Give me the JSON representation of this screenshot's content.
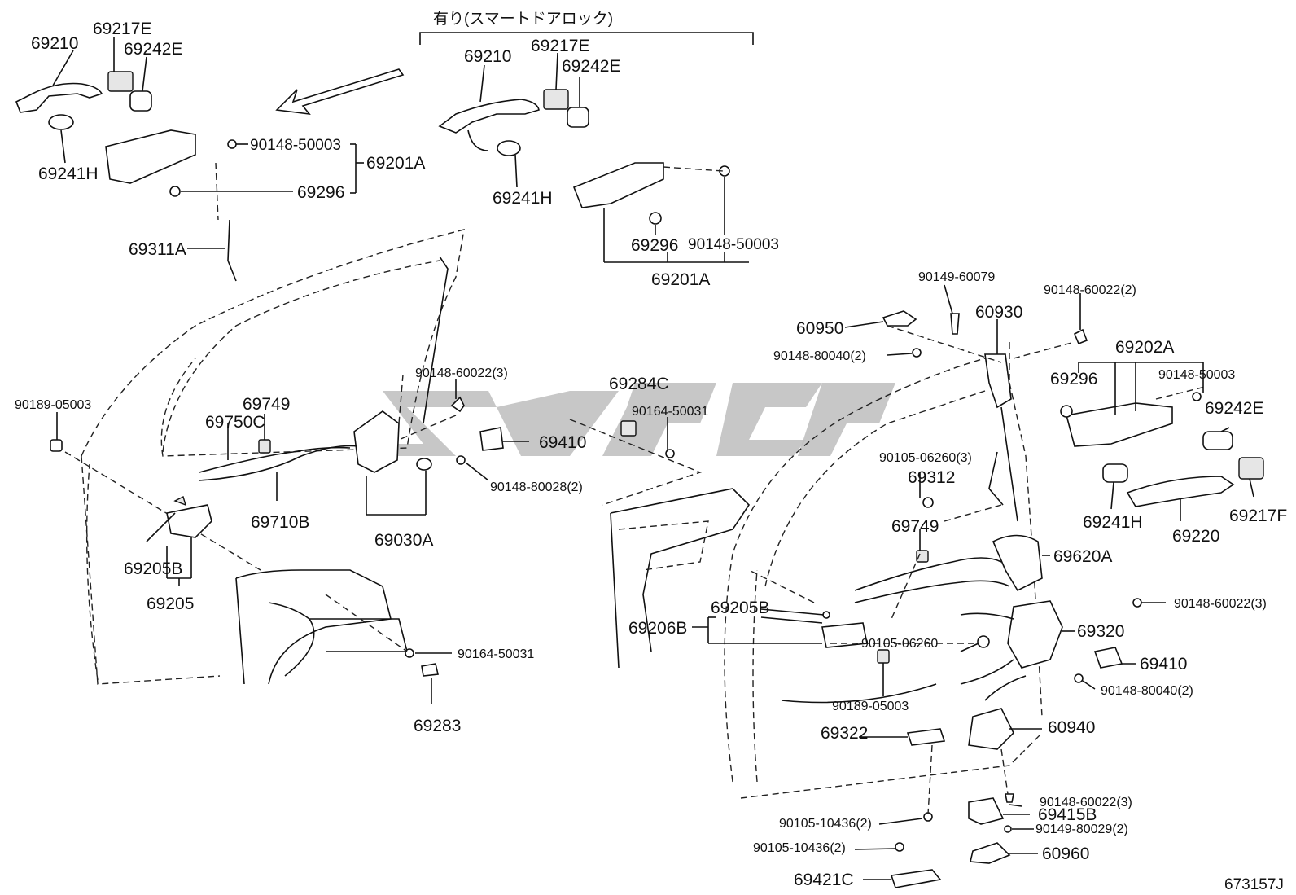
{
  "smart_lock_note": "有り(スマートドアロック)",
  "diagram_code": "673157J",
  "labels": {
    "p69210_a": "69210",
    "p69217E_a": "69217E",
    "p69242E_a": "69242E",
    "p69241H_a": "69241H",
    "p90148_50003_a": "90148-50003",
    "p69201A_a": "69201A",
    "p69296_a": "69296",
    "p69311A": "69311A",
    "p69210_b": "69210",
    "p69217E_b": "69217E",
    "p69242E_b": "69242E",
    "p69241H_b": "69241H",
    "p69296_b": "69296",
    "p90148_50003_b": "90148-50003",
    "p69201A_b": "69201A",
    "p90189_05003_a": "90189-05003",
    "p69749_a": "69749",
    "p69750C": "69750C",
    "p69710B": "69710B",
    "p90148_60022_3_a": "90148-60022(3)",
    "p69284C": "69284C",
    "p90164_50031_a": "90164-50031",
    "p69410_a": "69410",
    "p90148_80028_2": "90148-80028(2)",
    "p69030A": "69030A",
    "p69205B_a": "69205B",
    "p69205": "69205",
    "p90164_50031_b": "90164-50031",
    "p69283": "69283",
    "p90149_60079": "90149-60079",
    "p60950": "60950",
    "p60930": "60930",
    "p90148_80040_2_a": "90148-80040(2)",
    "p90148_60022_2": "90148-60022(2)",
    "p69202A": "69202A",
    "p69296_c": "69296",
    "p90148_50003_c": "90148-50003",
    "p69242E_c": "69242E",
    "p90105_06260_3": "90105-06260(3)",
    "p69312": "69312",
    "p69241H_c": "69241H",
    "p69220": "69220",
    "p69217F": "69217F",
    "p69749_b": "69749",
    "p69620A": "69620A",
    "p69206B": "69206B",
    "p69205B_b": "69205B",
    "p90148_60022_3_b": "90148-60022(3)",
    "p69320": "69320",
    "p90105_06260": "90105-06260",
    "p69410_b": "69410",
    "p90148_80040_2_b": "90148-80040(2)",
    "p90189_05003_b": "90189-05003",
    "p69322": "69322",
    "p60940": "60940",
    "p90148_60022_3_c": "90148-60022(3)",
    "p69415B": "69415B",
    "p90105_10436_2_a": "90105-10436(2)",
    "p90149_80029_2": "90149-80029(2)",
    "p90105_10436_2_b": "90105-10436(2)",
    "p60960": "60960",
    "p69421C": "69421C"
  }
}
